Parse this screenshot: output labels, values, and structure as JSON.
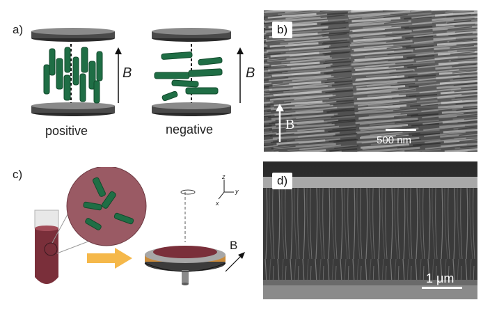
{
  "panels": {
    "a": {
      "label": "a)",
      "left": {
        "caption": "positive",
        "field": "B"
      },
      "right": {
        "caption": "negative",
        "field": "B"
      }
    },
    "b": {
      "label": "b)",
      "field": "B",
      "scale": "500 nm"
    },
    "c": {
      "label": "c)",
      "field": "B",
      "axes": {
        "x": "x",
        "y": "y",
        "z": "z"
      }
    },
    "d": {
      "label": "d)",
      "scale": "1 μm"
    }
  },
  "colors": {
    "rod": "#1f6e45",
    "plate": "#3c3c3c",
    "liquid": "#7a2f3a",
    "arrow": "#f5b84a",
    "substrate": "#c98a3a"
  }
}
